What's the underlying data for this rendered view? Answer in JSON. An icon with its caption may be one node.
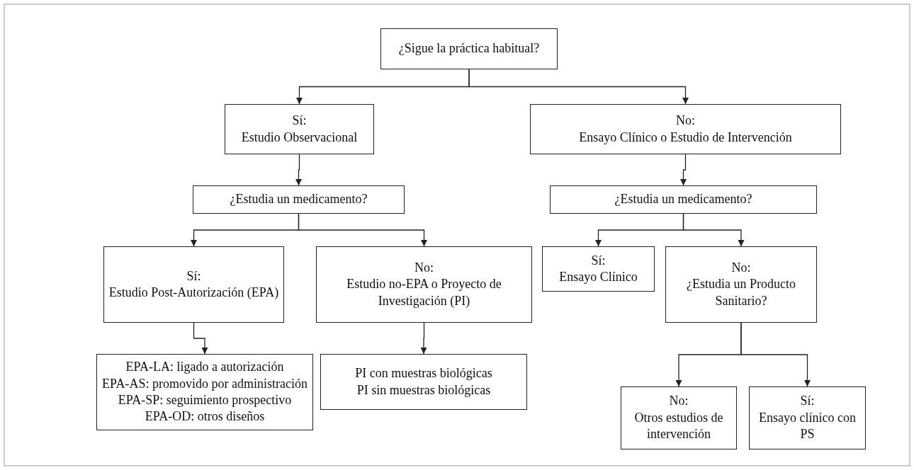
{
  "diagram": {
    "nodes": [
      {
        "text": [
          "¿Sigue la práctica habitual?"
        ]
      },
      {
        "text": [
          "Sí:",
          "Estudio Observacional"
        ]
      },
      {
        "text": [
          "No:",
          "Ensayo Clínico o Estudio de Intervención"
        ]
      },
      {
        "text": [
          "¿Estudia un medicamento?"
        ]
      },
      {
        "text": [
          "¿Estudia un medicamento?"
        ]
      },
      {
        "text": [
          "Sí:",
          "Estudio Post-Autorización (EPA)"
        ]
      },
      {
        "text": [
          "No:",
          "Estudio no-EPA o Proyecto de Investigación (PI)"
        ]
      },
      {
        "text": [
          "Sí:",
          "Ensayo Clínico"
        ]
      },
      {
        "text": [
          "No:",
          "¿Estudia un Producto Sanitario?"
        ]
      },
      {
        "text": [
          "EPA-LA: ligado a autorización",
          "EPA-AS: promovido por administración",
          "EPA-SP: seguimiento prospectivo",
          "EPA-OD: otros diseños"
        ]
      },
      {
        "text": [
          "PI con muestras biológicas",
          "PI sin muestras biológicas"
        ]
      },
      {
        "text": [
          "No:",
          "Otros estudios de intervención"
        ]
      },
      {
        "text": [
          "Sí:",
          "Ensayo clínico con PS"
        ]
      }
    ],
    "edges": [
      {
        "from": 0,
        "to": 1,
        "arrow": "to"
      },
      {
        "from": 0,
        "to": 2,
        "arrow": "to"
      },
      {
        "from": 1,
        "to": 3,
        "arrow": "to"
      },
      {
        "from": 2,
        "to": 4,
        "arrow": "to"
      },
      {
        "from": 3,
        "to": 5,
        "arrow": "to"
      },
      {
        "from": 3,
        "to": 6,
        "arrow": "to"
      },
      {
        "from": 4,
        "to": 7,
        "arrow": "to"
      },
      {
        "from": 4,
        "to": 8,
        "arrow": "to"
      },
      {
        "from": 5,
        "to": 9,
        "arrow": "to"
      },
      {
        "from": 6,
        "to": 10,
        "arrow": "to"
      },
      {
        "from": 8,
        "to": 11,
        "arrow": "to"
      },
      {
        "from": 8,
        "to": 12,
        "arrow": "to"
      }
    ]
  }
}
